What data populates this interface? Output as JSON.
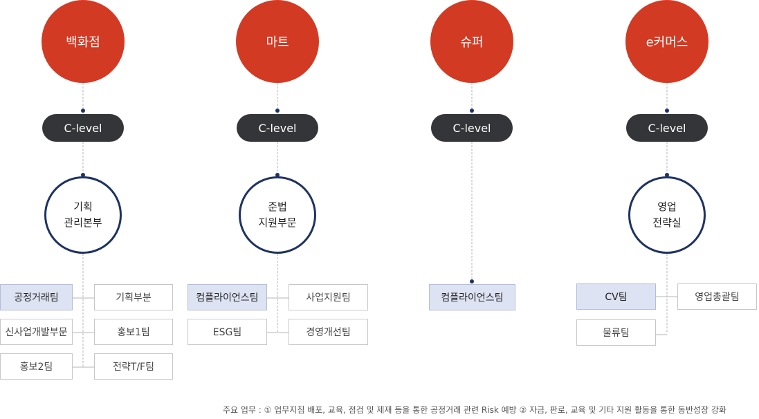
{
  "columns": [
    {
      "channel": "백화점",
      "level": "C-level",
      "division": [
        "기획",
        "관리본부"
      ],
      "teams_left": [
        "공정거래팀",
        "신사업개발부문",
        "홍보2팀"
      ],
      "teams_right": [
        "기획부분",
        "홍보1팀",
        "전략T/F팀"
      ]
    },
    {
      "channel": "마트",
      "level": "C-level",
      "division": [
        "준법",
        "지원부문"
      ],
      "teams_left": [
        "컴플라이언스팀",
        "ESG팀"
      ],
      "teams_right": [
        "사업지원팀",
        "경영개선팀"
      ]
    },
    {
      "channel": "슈퍼",
      "level": "C-level",
      "teams_center": [
        "컴플라이언스팀"
      ]
    },
    {
      "channel": "e커머스",
      "level": "C-level",
      "division": [
        "영업",
        "전략실"
      ],
      "teams_left": [
        "CV팀",
        "물류팀"
      ],
      "teams_right": [
        "영업총괄팀"
      ]
    }
  ],
  "footer": "주요 업무 : ① 업무지침 배포, 교육, 점검 및 제재 등을 통한 공정거래 관련 Risk 예방 ② 자금, 판로, 교육 및 기타 지원 활동을 통한 동반성장 강화",
  "colors": {
    "channel": "#d33a23",
    "level": "#333538",
    "division_ring": "#1e3263",
    "highlight_box": "#dde3f3",
    "connector": "#b5b5b5"
  }
}
